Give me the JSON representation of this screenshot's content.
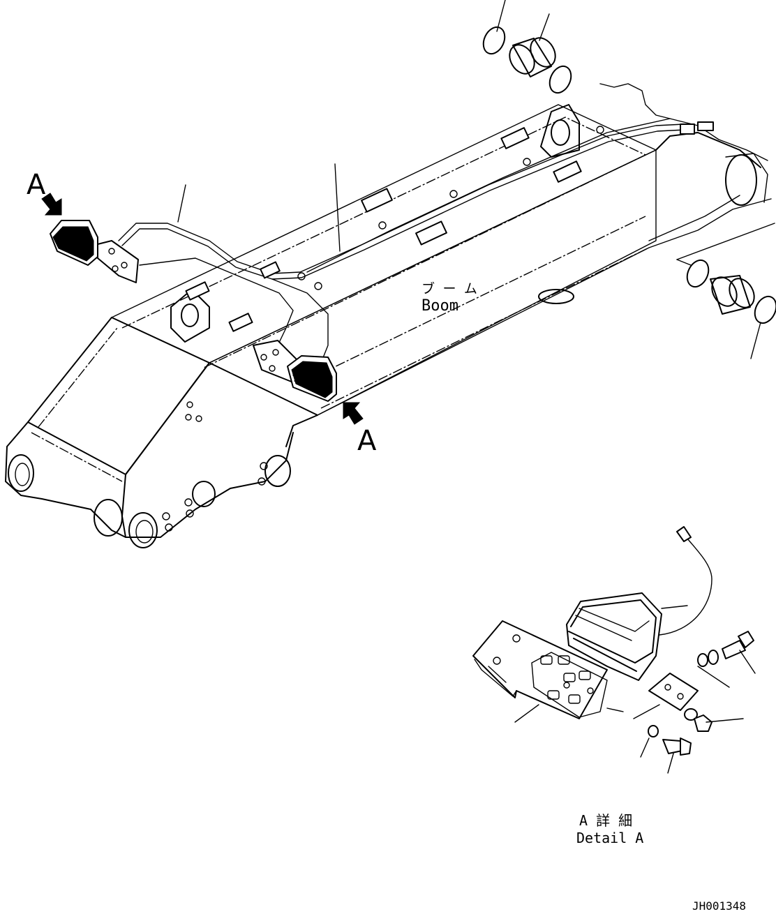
{
  "labels": {
    "view_marker_left": "A",
    "view_marker_right": "A",
    "boom_japanese": "ブ ー ム",
    "boom_english": "Boom",
    "detail_japanese": "A 詳 細",
    "detail_english": "Detail A",
    "drawing_number": "JH001348"
  }
}
